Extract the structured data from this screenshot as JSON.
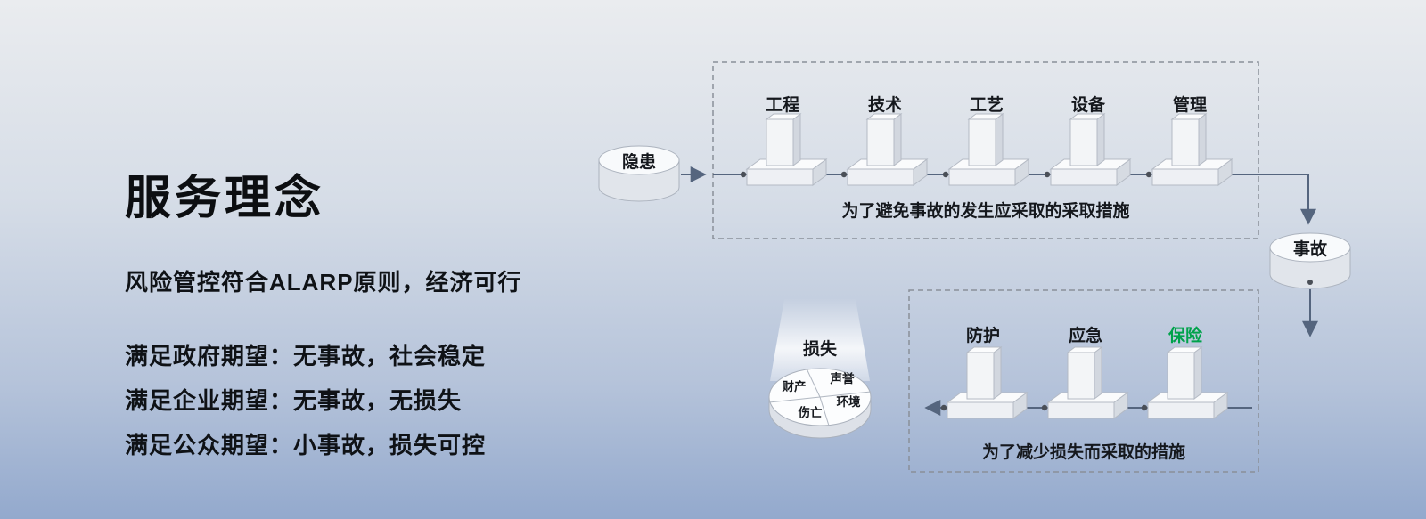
{
  "left_panel": {
    "title": "服务理念",
    "subtitle": "风险管控符合ALARP原则，经济可行",
    "expectations": [
      "满足政府期望：无事故，社会稳定",
      "满足企业期望：无事故，无损失",
      "满足公众期望：小事故，损失可控"
    ]
  },
  "diagram": {
    "hazard_label": "隐患",
    "accident_label": "事故",
    "prevention": {
      "barriers": [
        "工程",
        "技术",
        "工艺",
        "设备",
        "管理"
      ],
      "caption": "为了避免事故的发生应采取的采取措施"
    },
    "mitigation": {
      "barriers": [
        "防护",
        "应急",
        "保险"
      ],
      "insurance_color": "#00a24b",
      "caption": "为了减少损失而采取的措施"
    },
    "loss": {
      "label": "损失",
      "segments": [
        "财产",
        "声誉",
        "伤亡",
        "环境"
      ]
    },
    "colors": {
      "flow_line": "#55657e",
      "text": "#15181d"
    }
  }
}
